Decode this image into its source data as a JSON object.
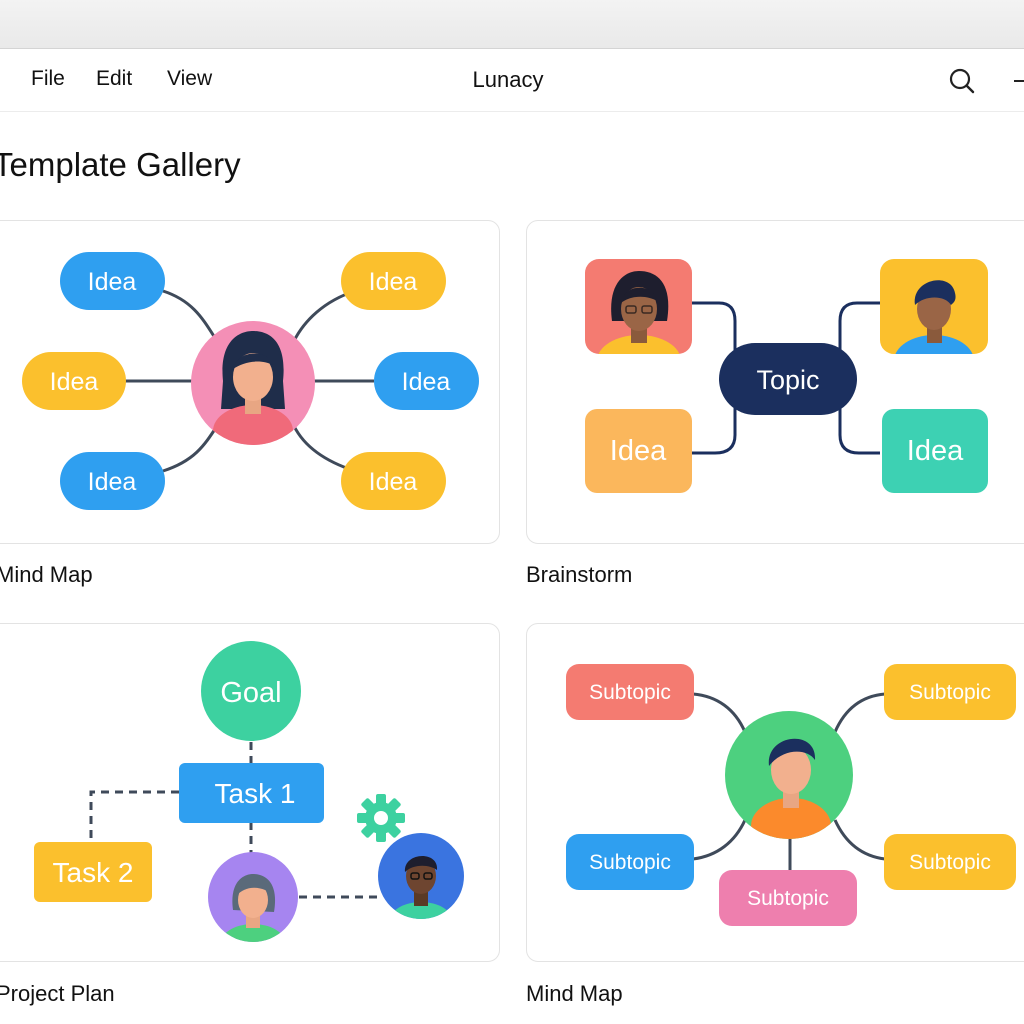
{
  "window": {
    "app_title": "Lunacy"
  },
  "menu": {
    "file": "File",
    "edit": "Edit",
    "view": "View"
  },
  "toolbar": {
    "search_icon": "search-icon",
    "minimize_icon": "minimize-icon"
  },
  "gallery": {
    "title": "Template Gallery",
    "templates": [
      {
        "label": "Mind Map",
        "nodes": {
          "left_top": "Idea",
          "left_middle": "Idea",
          "left_bottom": "Idea",
          "right_top": "Idea",
          "right_middle": "Idea",
          "right_bottom": "Idea"
        }
      },
      {
        "label": "Brainstorm",
        "nodes": {
          "center": "Topic",
          "bottom_left": "Idea",
          "bottom_right": "Idea"
        }
      },
      {
        "label": "Project Plan",
        "nodes": {
          "goal": "Goal",
          "task1": "Task 1",
          "task2": "Task 2"
        }
      },
      {
        "label": "Mind Map",
        "nodes": {
          "top_left": "Subtopic",
          "top_right": "Subtopic",
          "bottom_left": "Subtopic",
          "bottom_center": "Subtopic",
          "bottom_right": "Subtopic"
        }
      }
    ]
  },
  "colors": {
    "blue": "#2f9ff0",
    "yellow": "#fbc02d",
    "pink": "#f48fb6",
    "navy": "#1b2f5e",
    "teal": "#3dd1b3",
    "orange": "#fbb75c",
    "coral": "#f47b71",
    "green": "#4dd07f",
    "magenta": "#ee7fae",
    "connector": "#3f4a5a"
  }
}
